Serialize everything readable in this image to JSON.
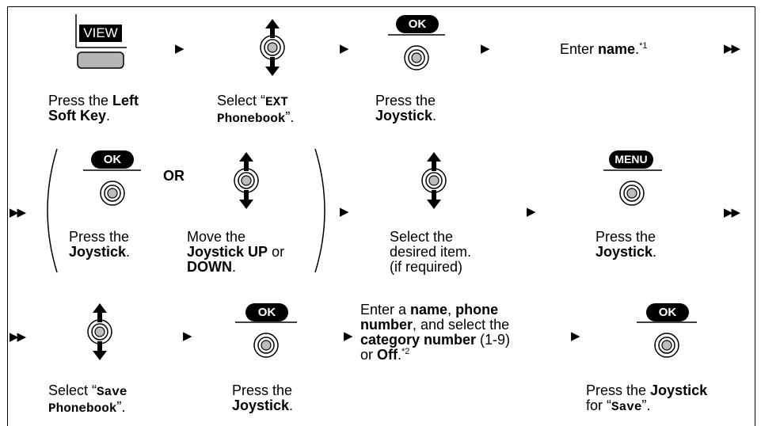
{
  "labels": {
    "view": "VIEW",
    "ok": "OK",
    "menu": "MENU",
    "or": "OR"
  },
  "row1": {
    "left_soft_key": {
      "pre": "Press the ",
      "b1": "Left",
      "b2": "Soft Key",
      "post": "."
    },
    "select_ext": {
      "pre": "Select “",
      "m1": "EXT",
      "m2": "Phonebook",
      "post": "”."
    },
    "press_joystick": {
      "pre": "Press the",
      "b": "Joystick",
      "post": "."
    },
    "enter_name": {
      "pre": "Enter ",
      "b": "name",
      "post": ".",
      "fn": "*1"
    }
  },
  "row2": {
    "press_joystick": {
      "pre": "Press the",
      "b": "Joystick",
      "post": "."
    },
    "move_joystick": {
      "pre": "Move the",
      "b1": "Joystick UP",
      "mid": " or",
      "b2": "DOWN",
      "post": "."
    },
    "select_item": {
      "l1": "Select the",
      "l2": "desired item.",
      "l3": "(if required)"
    },
    "press_joystick_menu": {
      "pre": "Press the",
      "b": "Joystick",
      "post": "."
    }
  },
  "row3": {
    "select_save": {
      "pre": "Select “",
      "m1": "Save",
      "m2": "Phonebook",
      "post": "”."
    },
    "press_joystick": {
      "pre": "Press the",
      "b": "Joystick",
      "post": "."
    },
    "enter_details": {
      "pre": "Enter a ",
      "b1": "name",
      "sep1": ", ",
      "b2": "phone",
      "b3": "number",
      "mid": ", and select the",
      "b4": "category number",
      "range": " (1-9)",
      "or": "or ",
      "b5": "Off",
      "post": ".",
      "fn": "*2"
    },
    "press_joystick_save": {
      "pre": "Press the ",
      "b": "Joystick",
      "for": "for “",
      "m": "Save",
      "post": "”."
    }
  },
  "icons": {
    "play": "▶",
    "double_play": "▶▶"
  }
}
